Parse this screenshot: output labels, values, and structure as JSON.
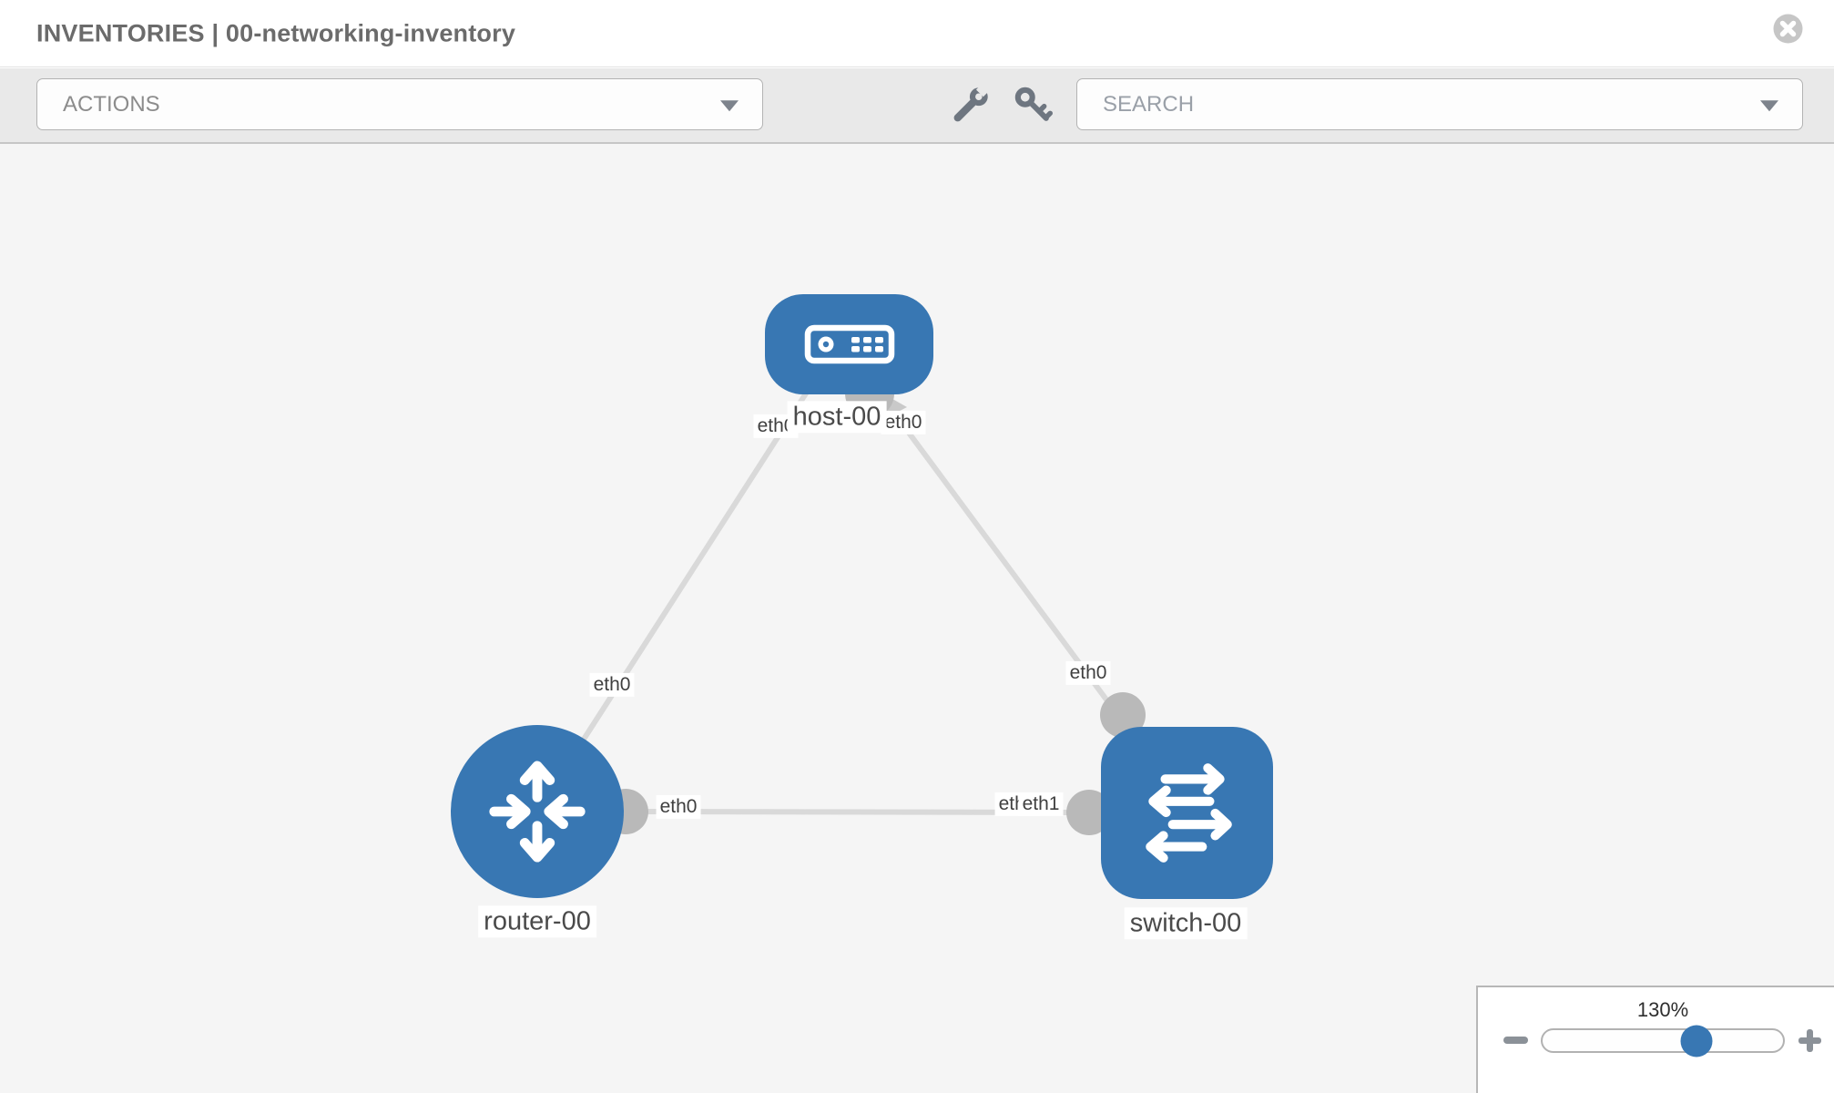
{
  "window": {
    "title": "INVENTORIES | 00-networking-inventory"
  },
  "toolbar": {
    "actions_label": "ACTIONS",
    "search_placeholder": "SEARCH"
  },
  "canvas": {
    "nodes": [
      {
        "name": "host-00",
        "type": "host"
      },
      {
        "name": "router-00",
        "type": "router"
      },
      {
        "name": "switch-00",
        "type": "switch"
      }
    ],
    "links": [
      {
        "source": "router-00",
        "source_interface": "eth0",
        "target": "host-00",
        "target_interface": "eth0"
      },
      {
        "source": "host-00",
        "source_interface": "eth0",
        "target": "switch-00",
        "target_interface": "eth0"
      },
      {
        "source": "router-00",
        "source_interface": "eth0",
        "target": "switch-00",
        "target_interface": "eth1",
        "overlapping_label": "eth0"
      }
    ]
  },
  "zoom_control": {
    "level": "130%"
  },
  "colors": {
    "node_blue": "#3877b3",
    "link_gray": "#d9d9d9",
    "port_gray": "#b9b9b9",
    "canvas_bg": "#f5f5f5"
  },
  "icons": {
    "close": "close-icon",
    "dropdown": "chevron-down-icon",
    "adhoc": "wrench-icon",
    "credentials": "key-icon",
    "host": "host-icon",
    "router": "router-icon",
    "switch": "switch-icon",
    "zoom_out": "zoom-out-icon",
    "zoom_in": "zoom-in-icon"
  }
}
